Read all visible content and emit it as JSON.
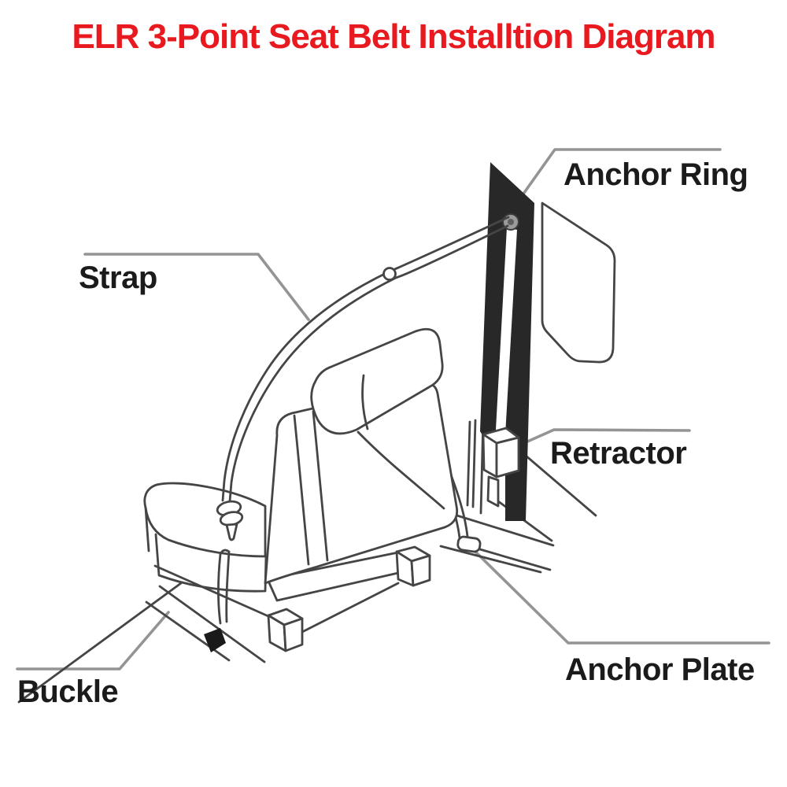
{
  "title": {
    "text": "ELR 3-Point Seat Belt Installtion Diagram",
    "color": "#e8191f"
  },
  "diagram": {
    "type": "labeled line illustration of a car seat with 3-point seat belt, B-pillar, retractor and window",
    "labels": [
      {
        "id": "anchor-ring",
        "text": "Anchor Ring"
      },
      {
        "id": "strap",
        "text": "Strap"
      },
      {
        "id": "retractor",
        "text": "Retractor"
      },
      {
        "id": "buckle",
        "text": "Buckle"
      },
      {
        "id": "anchor-plate",
        "text": "Anchor Plate"
      }
    ],
    "colors": {
      "background": "#ffffff",
      "line": "#454545",
      "leader_line": "#949494",
      "pillar_fill": "#282828",
      "buckle_fill": "#1a1a1a",
      "label_ink": "#1b1b1b"
    }
  }
}
